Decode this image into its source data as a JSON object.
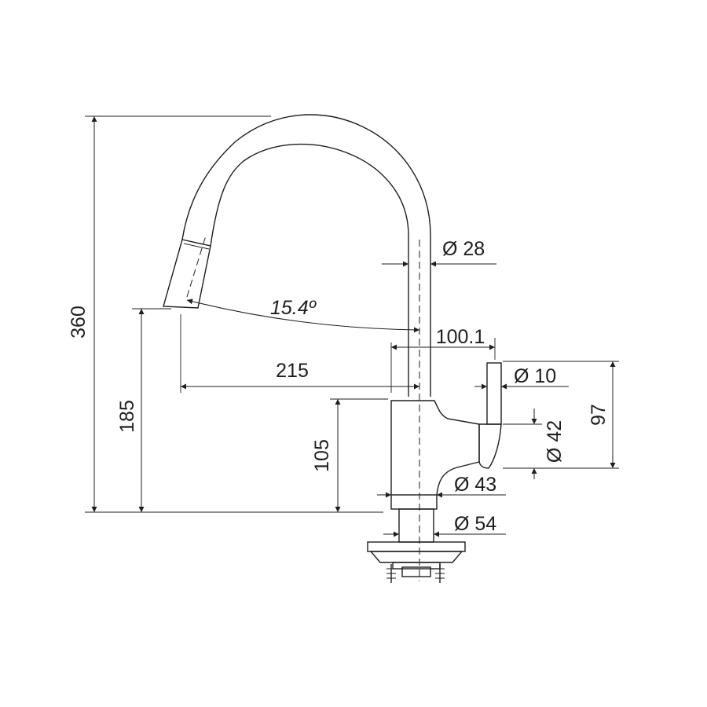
{
  "dimensions": {
    "overall_height": "360",
    "spout_height": "185",
    "body_height": "105",
    "reach": "215",
    "handle_offset": "100.1",
    "spout_angle": "15.4º",
    "spout_diameter": "Ø 28",
    "lever_diameter": "Ø 10",
    "handle_diameter": "Ø 42",
    "handle_height": "97",
    "body_diameter": "Ø 43",
    "base_diameter": "Ø 54"
  }
}
